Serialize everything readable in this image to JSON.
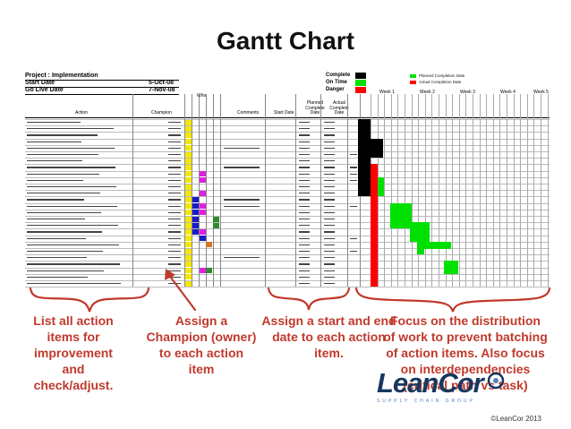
{
  "title": "Gantt Chart",
  "project": {
    "project_label": "Project : Implementation",
    "start_label": "Start Date",
    "start_value": "5-Oct-08",
    "golive_label": "Go Live Date",
    "golive_value": "7-Nov-08"
  },
  "status_legend": {
    "complete": "Complete",
    "on_time": "On Time",
    "danger": "Danger",
    "planned_label": "Planned Completion Date",
    "actual_label": "Actual Completion Date"
  },
  "table_headers": {
    "who": "Who",
    "action": "Action",
    "champion": "Champion",
    "comments": "Comments",
    "start_date": "Start Date",
    "planned": "Planned Complete Date",
    "actual": "Actual Complete Date",
    "weeks": [
      "Week 1",
      "Week 2",
      "Week 3",
      "Week 4",
      "Week 5"
    ]
  },
  "colors": {
    "yellow": "#f4e800",
    "magenta": "#e020e0",
    "blue": "#1a1ac8",
    "green_dark": "#2e8b2e",
    "orange": "#d8752a",
    "black": "#000000",
    "red": "#ff0000",
    "green": "#00e000",
    "caption_red": "#c0392b",
    "logo_navy": "#17375e"
  },
  "captions": {
    "col1": [
      "List all action",
      "items for",
      "improvement",
      "and",
      "check/adjust."
    ],
    "col2": [
      "Assign a",
      "Champion (owner)",
      "to each action",
      "item"
    ],
    "col3": [
      "Assign a start and end",
      "date to each action",
      "item."
    ],
    "col4": [
      "Focus on the distribution",
      "of work to prevent batching",
      "of action items. Also focus",
      "on interdependencies",
      "(critical path vs task)"
    ]
  },
  "logo": {
    "name": "LeanCor",
    "tagline": "SUPPLY CHAIN GROUP"
  },
  "copyright": "©LeanCor 2013"
}
